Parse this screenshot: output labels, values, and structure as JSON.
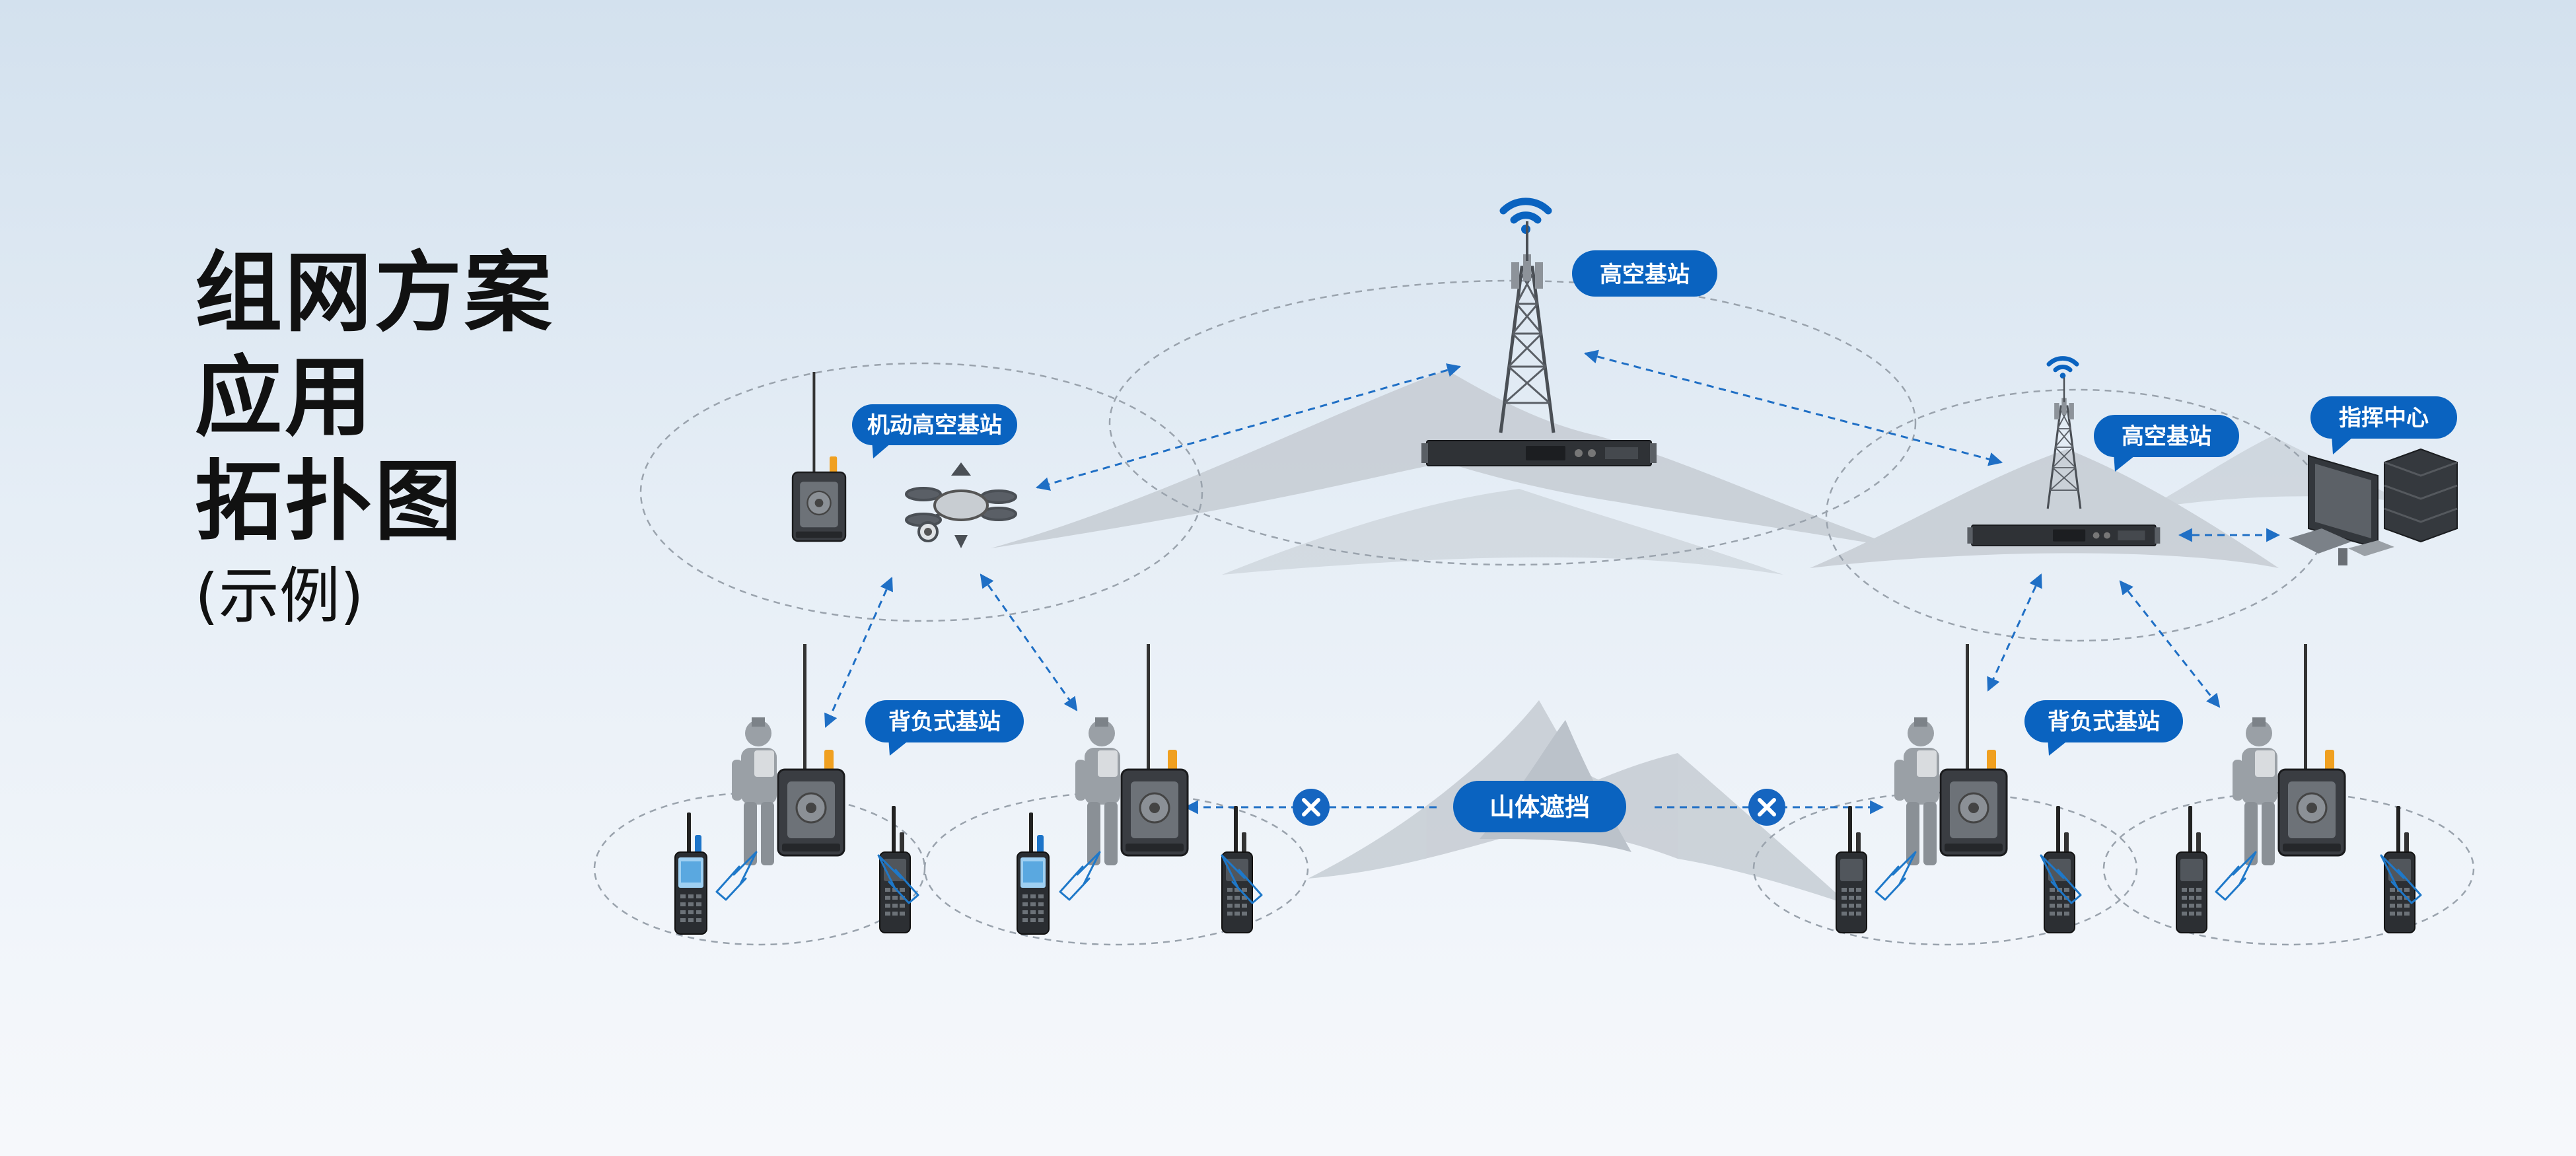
{
  "title": {
    "line1": "组网方案",
    "line2": "应用",
    "line3": "拓扑图",
    "subtitle": "(示例)"
  },
  "labels": {
    "tower_main": "高空基站",
    "mobile_station": "机动高空基站",
    "tower_right": "高空基站",
    "command_center": "指挥中心",
    "backpack_left": "背负式基站",
    "backpack_right": "背负式基站",
    "mountain_block": "山体遮挡"
  },
  "colors": {
    "brand_blue": "#0a63c0",
    "dashed_line": "#1f6fc5",
    "circle_gray": "#9aa3ad",
    "mountain_gray": "#c6ccd3",
    "block_icon": "#1565c0"
  },
  "icons": {
    "signal": "wifi-signal-icon",
    "tower": "radio-tower-icon",
    "rack": "rack-server-icon",
    "drone": "drone-icon",
    "backpack": "backpack-station-icon",
    "radio": "handheld-radio-icon",
    "person": "person-icon",
    "computer": "computer-workstation-icon",
    "block": "blocked-x-icon",
    "lightning": "wireless-link-icon"
  }
}
